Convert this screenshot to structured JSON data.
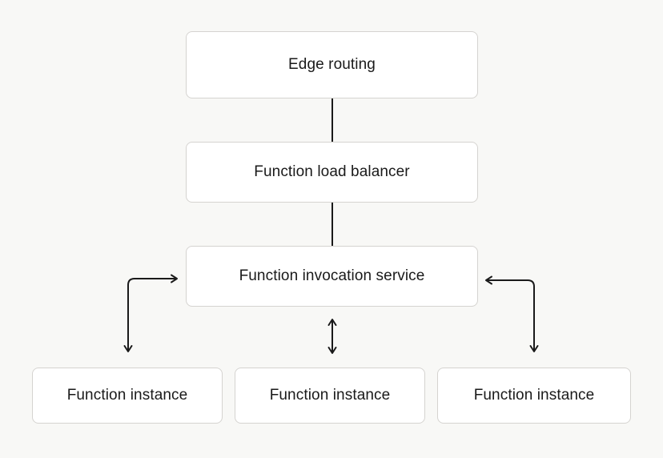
{
  "diagram": {
    "type": "architecture-flow",
    "nodes": [
      {
        "id": "edge-routing",
        "label": "Edge routing"
      },
      {
        "id": "function-load-balancer",
        "label": "Function load balancer"
      },
      {
        "id": "function-invocation-service",
        "label": "Function invocation service"
      },
      {
        "id": "function-instance-1",
        "label": "Function instance"
      },
      {
        "id": "function-instance-2",
        "label": "Function instance"
      },
      {
        "id": "function-instance-3",
        "label": "Function instance"
      }
    ],
    "edges": [
      {
        "from": "edge-routing",
        "to": "function-load-balancer",
        "style": "plain-line",
        "direction": "none"
      },
      {
        "from": "function-load-balancer",
        "to": "function-invocation-service",
        "style": "plain-line",
        "direction": "none"
      },
      {
        "from": "function-invocation-service",
        "to": "function-instance-1",
        "style": "elbow-arrow",
        "direction": "bidirectional"
      },
      {
        "from": "function-invocation-service",
        "to": "function-instance-2",
        "style": "straight-arrow",
        "direction": "bidirectional"
      },
      {
        "from": "function-invocation-service",
        "to": "function-instance-3",
        "style": "elbow-arrow",
        "direction": "bidirectional"
      }
    ],
    "colors": {
      "canvas_background": "#f8f8f6",
      "node_background": "#ffffff",
      "node_border": "#d5d3d0",
      "text": "#1a1a1a",
      "connector": "#1a1a1a"
    }
  }
}
